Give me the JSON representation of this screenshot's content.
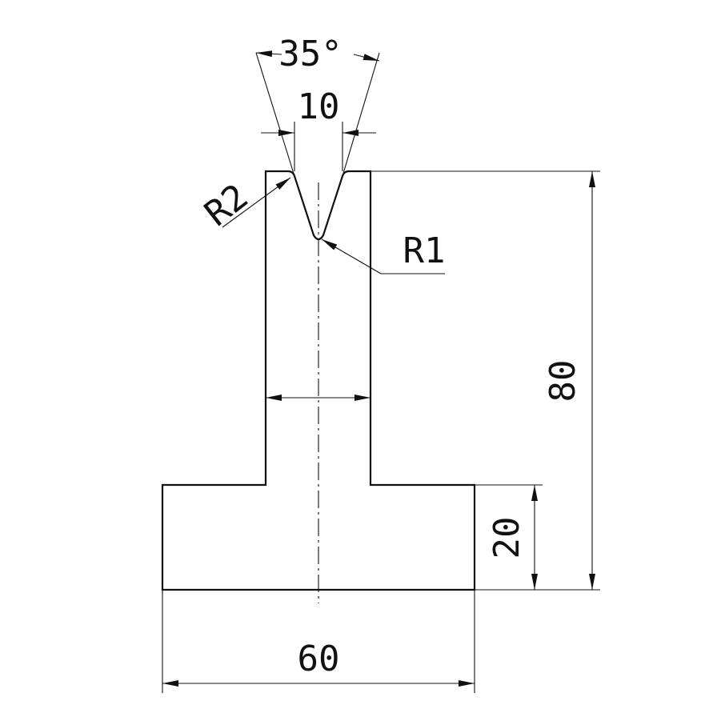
{
  "dimensions": {
    "angle": "35°",
    "v_width": "10",
    "radius_top": "R2",
    "radius_bottom": "R1",
    "total_height": "80",
    "base_height": "20",
    "base_width": "60"
  }
}
